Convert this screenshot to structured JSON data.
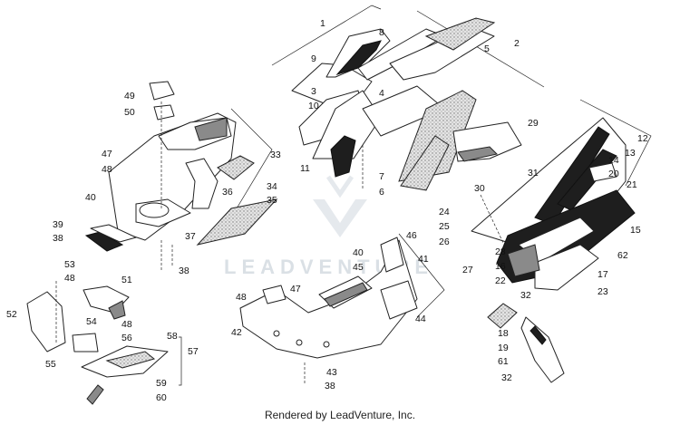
{
  "watermark": {
    "text": "LEADVENTURE",
    "color": "#d7dde3"
  },
  "footer": {
    "credit": "Rendered by LeadVenture, Inc."
  },
  "callouts": [
    {
      "id": "c1",
      "text": "1"
    },
    {
      "id": "c2",
      "text": "2"
    },
    {
      "id": "c3",
      "text": "3"
    },
    {
      "id": "c4",
      "text": "4"
    },
    {
      "id": "c5",
      "text": "5"
    },
    {
      "id": "c6",
      "text": "6"
    },
    {
      "id": "c7",
      "text": "7"
    },
    {
      "id": "c8",
      "text": "8"
    },
    {
      "id": "c9",
      "text": "9"
    },
    {
      "id": "c10",
      "text": "10"
    },
    {
      "id": "c11",
      "text": "11"
    },
    {
      "id": "c12",
      "text": "12"
    },
    {
      "id": "c13",
      "text": "13"
    },
    {
      "id": "c14",
      "text": "14"
    },
    {
      "id": "c15",
      "text": "15"
    },
    {
      "id": "c16",
      "text": "16"
    },
    {
      "id": "c17",
      "text": "17"
    },
    {
      "id": "c18",
      "text": "18"
    },
    {
      "id": "c19",
      "text": "19"
    },
    {
      "id": "c20",
      "text": "20"
    },
    {
      "id": "c21",
      "text": "21"
    },
    {
      "id": "c22",
      "text": "22"
    },
    {
      "id": "c23",
      "text": "23"
    },
    {
      "id": "c24",
      "text": "24"
    },
    {
      "id": "c25",
      "text": "25"
    },
    {
      "id": "c26",
      "text": "26"
    },
    {
      "id": "c27",
      "text": "27"
    },
    {
      "id": "c28",
      "text": "28"
    },
    {
      "id": "c29",
      "text": "29"
    },
    {
      "id": "c30",
      "text": "30"
    },
    {
      "id": "c31",
      "text": "31"
    },
    {
      "id": "c32a",
      "text": "32"
    },
    {
      "id": "c32b",
      "text": "32"
    },
    {
      "id": "c33",
      "text": "33"
    },
    {
      "id": "c34",
      "text": "34"
    },
    {
      "id": "c35",
      "text": "35"
    },
    {
      "id": "c36",
      "text": "36"
    },
    {
      "id": "c37",
      "text": "37"
    },
    {
      "id": "c38a",
      "text": "38"
    },
    {
      "id": "c38b",
      "text": "38"
    },
    {
      "id": "c38c",
      "text": "38"
    },
    {
      "id": "c39",
      "text": "39"
    },
    {
      "id": "c40a",
      "text": "40"
    },
    {
      "id": "c40b",
      "text": "40"
    },
    {
      "id": "c41",
      "text": "41"
    },
    {
      "id": "c42",
      "text": "42"
    },
    {
      "id": "c43",
      "text": "43"
    },
    {
      "id": "c44",
      "text": "44"
    },
    {
      "id": "c45",
      "text": "45"
    },
    {
      "id": "c46",
      "text": "46"
    },
    {
      "id": "c47a",
      "text": "47"
    },
    {
      "id": "c47b",
      "text": "47"
    },
    {
      "id": "c48a",
      "text": "48"
    },
    {
      "id": "c48b",
      "text": "48"
    },
    {
      "id": "c48c",
      "text": "48"
    },
    {
      "id": "c48d",
      "text": "48"
    },
    {
      "id": "c49",
      "text": "49"
    },
    {
      "id": "c50",
      "text": "50"
    },
    {
      "id": "c51",
      "text": "51"
    },
    {
      "id": "c52",
      "text": "52"
    },
    {
      "id": "c53",
      "text": "53"
    },
    {
      "id": "c54",
      "text": "54"
    },
    {
      "id": "c55",
      "text": "55"
    },
    {
      "id": "c56",
      "text": "56"
    },
    {
      "id": "c57",
      "text": "57"
    },
    {
      "id": "c58",
      "text": "58"
    },
    {
      "id": "c59",
      "text": "59"
    },
    {
      "id": "c60",
      "text": "60"
    },
    {
      "id": "c61",
      "text": "61"
    },
    {
      "id": "c62",
      "text": "62"
    }
  ]
}
